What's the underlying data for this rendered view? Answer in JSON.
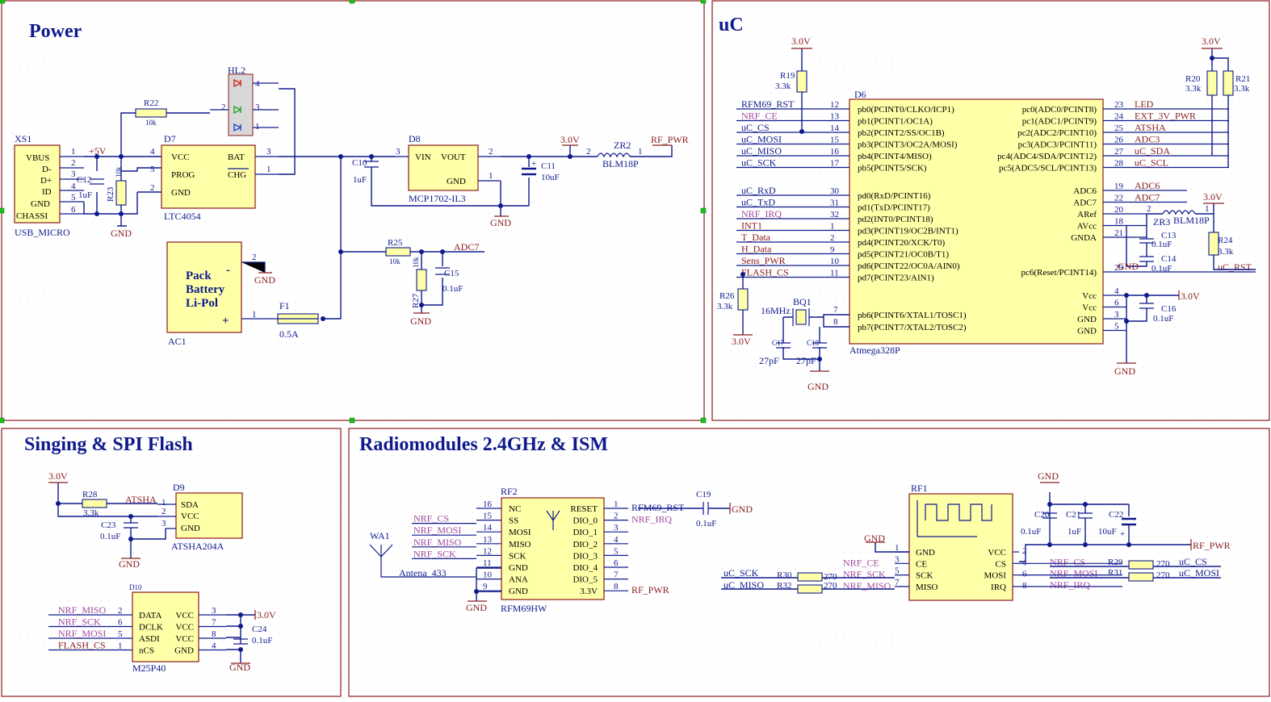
{
  "sections": {
    "power": "Power",
    "uc": "uC",
    "singing": "Singing & SPI Flash",
    "radio": "Radiomodules 2.4GHz & ISM"
  },
  "power": {
    "xs1": {
      "ref": "XS1",
      "name": "USB_MICRO",
      "pins": [
        "VBUS",
        "D-",
        "D+",
        "ID",
        "GND",
        "CHASSI"
      ],
      "nums": [
        "1",
        "2",
        "3",
        "4",
        "5",
        "6"
      ]
    },
    "plus5v": "+5V",
    "c12": {
      "ref": "C12",
      "val": "1uF"
    },
    "r23": {
      "ref": "R23",
      "val": "10k"
    },
    "r22": {
      "ref": "R22",
      "val": "10k"
    },
    "d7": {
      "ref": "D7",
      "name": "LTC4054",
      "pins": [
        "VCC",
        "PROG",
        "GND",
        "BAT",
        "CHG"
      ],
      "nums": [
        "4",
        "5",
        "2",
        "3",
        "1"
      ]
    },
    "hl2": {
      "ref": "HL2",
      "nums": [
        "4",
        "2",
        "3",
        "1"
      ]
    },
    "c10": {
      "ref": "C10",
      "val": "1uF"
    },
    "d8": {
      "ref": "D8",
      "name": "MCP1702-IL3",
      "pins": [
        "VIN",
        "VOUT",
        "GND"
      ],
      "nums": [
        "3",
        "2",
        "1"
      ]
    },
    "c11": {
      "ref": "C11",
      "val": "10uF"
    },
    "v30": "3.0V",
    "zr2": {
      "ref": "ZR2",
      "name": "BLM18P",
      "nums": [
        "2",
        "1"
      ]
    },
    "rf_pwr": "RF_PWR",
    "gnd": "GND",
    "ac1": {
      "ref": "AC1",
      "line1": "Pack",
      "line2": "Battery",
      "line3": "Li-Pol",
      "minus": "-",
      "plus": "+",
      "nums": [
        "2",
        "1"
      ]
    },
    "f1": {
      "ref": "F1",
      "val": "0.5A"
    },
    "r25": {
      "ref": "R25",
      "val": "10k"
    },
    "r27": {
      "ref": "R27",
      "val": "10k"
    },
    "c15": {
      "ref": "C15",
      "val": "0.1uF"
    },
    "adc7": "ADC7"
  },
  "uc": {
    "d6": {
      "ref": "D6",
      "name": "Atmega328P"
    },
    "r19": {
      "ref": "R19",
      "val": "3.3k"
    },
    "r26": {
      "ref": "R26",
      "val": "3.3k"
    },
    "r20": {
      "ref": "R20",
      "val": "3.3k"
    },
    "r21": {
      "ref": "R21",
      "val": "3.3k"
    },
    "r24": {
      "ref": "R24",
      "val": "3.3k"
    },
    "bq1": {
      "ref": "BQ1",
      "val": "16MHz"
    },
    "c17": {
      "ref": "C17",
      "val": "27pF"
    },
    "c18": {
      "ref": "C18",
      "val": "27pF"
    },
    "c13": {
      "ref": "C13",
      "val": "0.1uF"
    },
    "c14": {
      "ref": "C14",
      "val": "0.1uF"
    },
    "c16": {
      "ref": "C16",
      "val": "0.1uF"
    },
    "zr3": {
      "ref": "ZR3",
      "name": "BLM18P",
      "nums": [
        "2",
        "1"
      ]
    },
    "gnd": "GND",
    "v30": "3.0V",
    "left_b": [
      {
        "net": "RFM69_RST",
        "num": "12",
        "pin": "pb0(PCINT0/CLKO/ICP1)",
        "kind": "b"
      },
      {
        "net": "NRF_CE",
        "num": "13",
        "pin": "pb1(PCINT1/OC1A)",
        "kind": "p"
      },
      {
        "net": "uC_CS",
        "num": "14",
        "pin": "pb2(PCINT2/SS/OC1B)",
        "kind": "b"
      },
      {
        "net": "uC_MOSI",
        "num": "15",
        "pin": "pb3(PCINT3/OC2A/MOSI)",
        "kind": "b"
      },
      {
        "net": "uC_MISO",
        "num": "16",
        "pin": "pb4(PCINT4/MISO)",
        "kind": "b"
      },
      {
        "net": "uC_SCK",
        "num": "17",
        "pin": "pb5(PCINT5/SCK)",
        "kind": "b"
      }
    ],
    "left_d": [
      {
        "net": "uC_RxD",
        "num": "30",
        "pin": "pd0(RxD/PCINT16)",
        "kind": "b"
      },
      {
        "net": "uC_TxD",
        "num": "31",
        "pin": "pd1(TxD/PCINT17)",
        "kind": "b"
      },
      {
        "net": "NRF_IRQ",
        "num": "32",
        "pin": "pd2(INT0/PCINT18)",
        "kind": "p"
      },
      {
        "net": "INT1",
        "num": "1",
        "pin": "pd3(PCINT19/OC2B/INT1)",
        "kind": "r"
      },
      {
        "net": "T_Data",
        "num": "2",
        "pin": "pd4(PCINT20/XCK/T0)",
        "kind": "r"
      },
      {
        "net": "H_Data",
        "num": "9",
        "pin": "pd5(PCINT21/OC0B/T1)",
        "kind": "r"
      },
      {
        "net": "Sens_PWR",
        "num": "10",
        "pin": "pd6(PCINT22/OC0A/AIN0)",
        "kind": "r"
      },
      {
        "net": "FLASH_CS",
        "num": "11",
        "pin": "pd7(PCINT23/AIN1)",
        "kind": "r"
      }
    ],
    "xtal": [
      {
        "num": "7",
        "pin": "pb6(PCINT6/XTAL1/TOSC1)"
      },
      {
        "num": "8",
        "pin": "pb7(PCINT7/XTAL2/TOSC2)"
      }
    ],
    "right_c": [
      {
        "pin": "pc0(ADC0/PCINT8)",
        "num": "23",
        "net": "LED"
      },
      {
        "pin": "pc1(ADC1/PCINT9)",
        "num": "24",
        "net": "EXT_3V_PWR"
      },
      {
        "pin": "pc2(ADC2/PCINT10)",
        "num": "25",
        "net": "ATSHA"
      },
      {
        "pin": "pc3(ADC3/PCINT11)",
        "num": "26",
        "net": "ADC3"
      },
      {
        "pin": "pc4(ADC4/SDA/PCINT12)",
        "num": "27",
        "net": "uC_SDA"
      },
      {
        "pin": "pc5(ADC5/SCL/PCINT13)",
        "num": "28",
        "net": "uC_SCL"
      }
    ],
    "right_a": [
      {
        "pin": "ADC6",
        "num": "19",
        "net": "ADC6"
      },
      {
        "pin": "ADC7",
        "num": "22",
        "net": "ADC7"
      },
      {
        "pin": "ARef",
        "num": "20",
        "net": ""
      },
      {
        "pin": "AVcc",
        "num": "18",
        "net": ""
      },
      {
        "pin": "GNDA",
        "num": "21",
        "net": ""
      }
    ],
    "reset": {
      "pin": "pc6(Reset/PCINT14)",
      "num": "29",
      "net": "uC_RST"
    },
    "right_p": [
      {
        "pin": "Vcc",
        "num": "4"
      },
      {
        "pin": "Vcc",
        "num": "6"
      },
      {
        "pin": "GND",
        "num": "3"
      },
      {
        "pin": "GND",
        "num": "5"
      }
    ]
  },
  "singing": {
    "d9": {
      "ref": "D9",
      "name": "ATSHA204A",
      "pins": [
        "SDA",
        "VCC",
        "GND"
      ],
      "nums": [
        "1",
        "2",
        "3"
      ]
    },
    "r28": {
      "ref": "R28",
      "val": "3.3k"
    },
    "atsha": "ATSHA",
    "c23": {
      "ref": "C23",
      "val": "0.1uF"
    },
    "v30": "3.0V",
    "gnd": "GND",
    "d10": {
      "ref": "D10",
      "name": "M25P40"
    },
    "d10_left": [
      {
        "net": "NRF_MISO",
        "num": "2",
        "pin": "DATA"
      },
      {
        "net": "NRF_SCK",
        "num": "6",
        "pin": "DCLK"
      },
      {
        "net": "NRF_MOSI",
        "num": "5",
        "pin": "ASDI"
      },
      {
        "net": "FLASH_CS",
        "num": "1",
        "pin": "nCS"
      }
    ],
    "d10_right": [
      {
        "pin": "VCC",
        "num": "3"
      },
      {
        "pin": "VCC",
        "num": "7"
      },
      {
        "pin": "VCC",
        "num": "8"
      },
      {
        "pin": "GND",
        "num": "4"
      }
    ],
    "c24": {
      "ref": "C24",
      "val": "0.1uF"
    }
  },
  "radio": {
    "wa1": {
      "ref": "WA1",
      "net": "Antena_433"
    },
    "rf2": {
      "ref": "RF2",
      "name": "RFM69HW"
    },
    "rf2_left": [
      {
        "net": "",
        "num": "16",
        "pin": "NC"
      },
      {
        "net": "NRF_CS",
        "num": "15",
        "pin": "SS"
      },
      {
        "net": "NRF_MOSI",
        "num": "14",
        "pin": "MOSI"
      },
      {
        "net": "NRF_MISO",
        "num": "13",
        "pin": "MISO"
      },
      {
        "net": "NRF_SCK",
        "num": "12",
        "pin": "SCK"
      },
      {
        "net": "",
        "num": "11",
        "pin": "GND"
      },
      {
        "net": "",
        "num": "10",
        "pin": "ANA"
      },
      {
        "net": "",
        "num": "9",
        "pin": "GND"
      }
    ],
    "rf2_right": [
      {
        "pin": "RESET",
        "num": "1",
        "net": "RFM69_RST"
      },
      {
        "pin": "DIO_0",
        "num": "2",
        "net": "NRF_IRQ"
      },
      {
        "pin": "DIO_1",
        "num": "3",
        "net": ""
      },
      {
        "pin": "DIO_2",
        "num": "4",
        "net": ""
      },
      {
        "pin": "DIO_3",
        "num": "5",
        "net": ""
      },
      {
        "pin": "DIO_4",
        "num": "6",
        "net": ""
      },
      {
        "pin": "DIO_5",
        "num": "7",
        "net": ""
      },
      {
        "pin": "3.3V",
        "num": "8",
        "net": "RF_PWR"
      }
    ],
    "c19": {
      "ref": "C19",
      "val": "0.1uF"
    },
    "gnd": "GND",
    "rf1": {
      "ref": "RF1"
    },
    "rf1_left": [
      {
        "pin": "GND",
        "num": "1"
      },
      {
        "pin": "CE",
        "num": "3",
        "net": "NRF_CE"
      },
      {
        "pin": "SCK",
        "num": "5",
        "net": "NRF_SCK"
      },
      {
        "pin": "MISO",
        "num": "7",
        "net": "NRF_MISO"
      }
    ],
    "rf1_right": [
      {
        "pin": "VCC",
        "num": "2"
      },
      {
        "pin": "CS",
        "num": "4",
        "net": "NRF_CS"
      },
      {
        "pin": "MOSI",
        "num": "6",
        "net": "NRF_MOSI"
      },
      {
        "pin": "IRQ",
        "num": "8",
        "net": "NRF_IRQ"
      }
    ],
    "c20": {
      "ref": "C20",
      "val": "0.1uF"
    },
    "c21": {
      "ref": "C21",
      "val": "1uF"
    },
    "c22": {
      "ref": "C22",
      "val": "10uF"
    },
    "rf_pwr": "RF_PWR",
    "r30": {
      "ref": "R30",
      "val": "270",
      "net": "uC_SCK"
    },
    "r32": {
      "ref": "R32",
      "val": "270",
      "net": "uC_MISO"
    },
    "r29": {
      "ref": "R29",
      "val": "270",
      "net": "uC_CS"
    },
    "r31": {
      "ref": "R31",
      "val": "270",
      "net": "uC_MOSI"
    }
  }
}
